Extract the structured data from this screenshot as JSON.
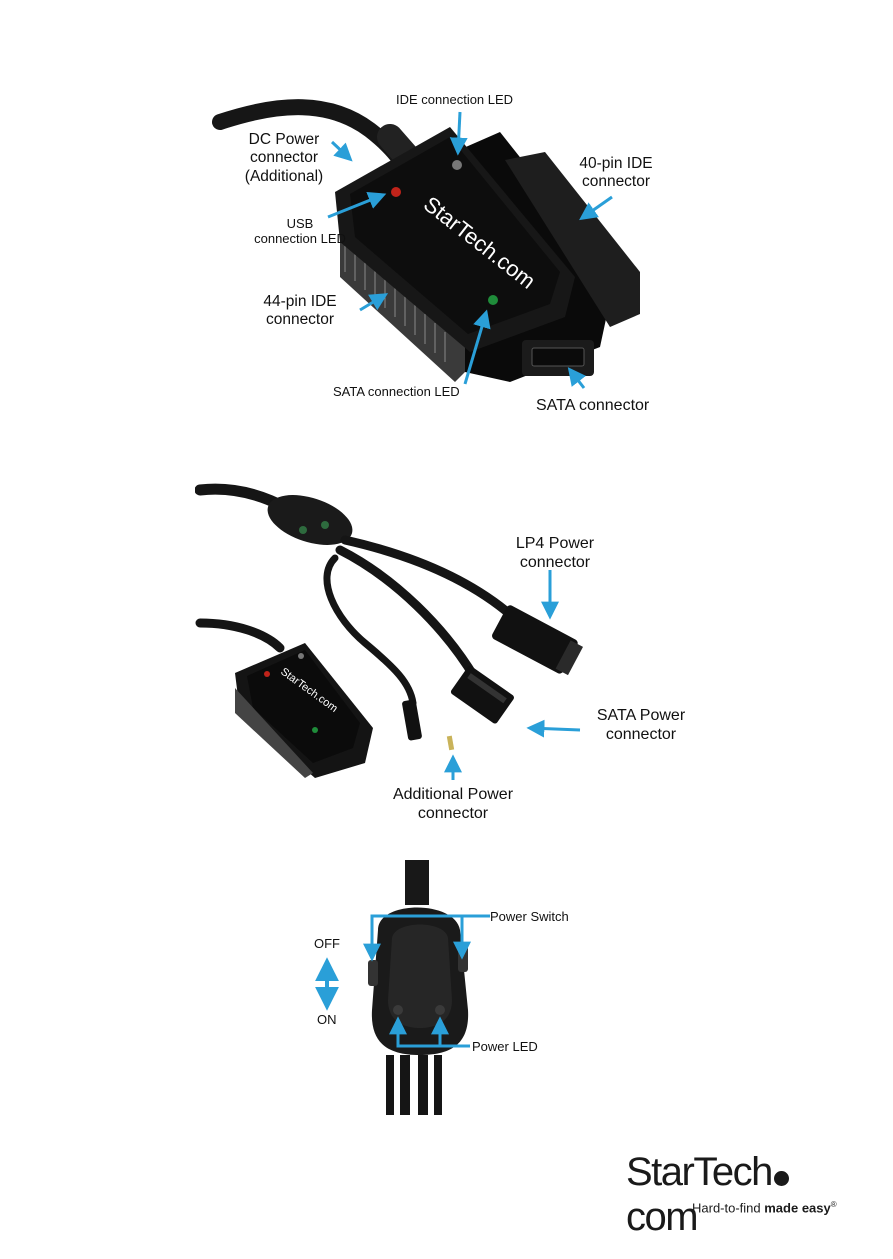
{
  "figure1": {
    "labels": {
      "ide_led": "IDE connection LED",
      "dc_power": [
        "DC Power",
        "connector",
        "(Additional)"
      ],
      "usb_led": [
        "USB",
        "connection LED"
      ],
      "pin40": [
        "40-pin IDE",
        "connector"
      ],
      "pin44": [
        "44-pin IDE",
        "connector"
      ],
      "sata_led": "SATA connection LED",
      "sata_conn": "SATA connector"
    },
    "device_brand": "StarTech.com"
  },
  "figure2": {
    "labels": {
      "lp4": [
        "LP4 Power",
        "connector"
      ],
      "sata_power": [
        "SATA Power",
        "connector"
      ],
      "additional": [
        "Additional Power",
        "connector"
      ]
    },
    "device_brand": "StarTech.com"
  },
  "figure3": {
    "labels": {
      "switch": "Power Switch",
      "off": "OFF",
      "on": "ON",
      "led": "Power LED"
    }
  },
  "footer": {
    "logo_start": "StarTech",
    "logo_end": "com",
    "tagline_pre": "Hard-to-find ",
    "tagline_bold": "made easy",
    "reg": "®"
  },
  "colors": {
    "arrow": "#2a9fd8",
    "device": "#141414",
    "led_red": "#c0231a",
    "led_green": "#1f8c3a",
    "led_gray": "#777777",
    "logo_dot_orange": "#f0a21b"
  }
}
